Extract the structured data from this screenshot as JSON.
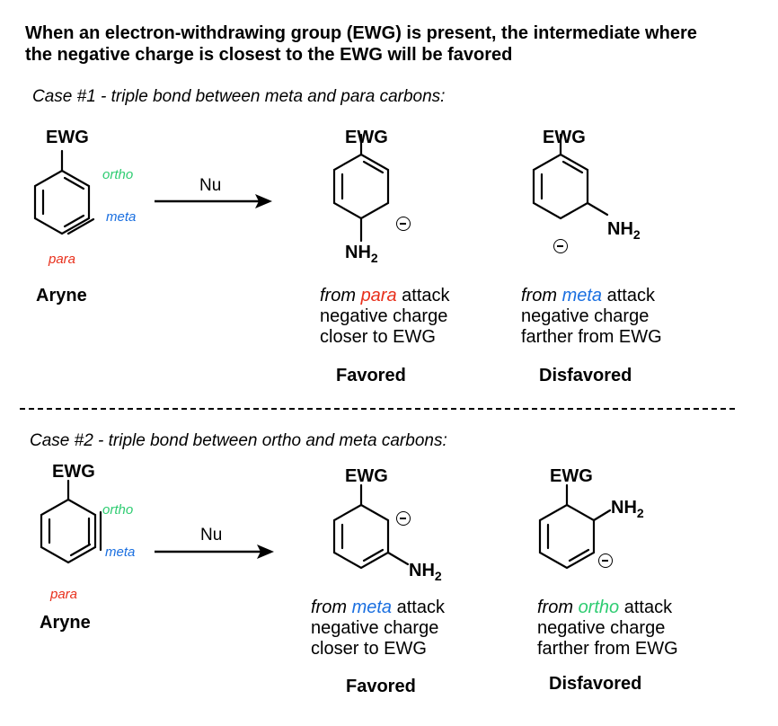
{
  "title": {
    "line1": "When an electron-withdrawing group (EWG) is present, the intermediate where",
    "line2": "the negative charge is closest to the EWG will be favored"
  },
  "case1": {
    "heading": "Case #1 - triple bond between meta and para carbons:",
    "aryne": {
      "ewg": "EWG",
      "ortho": "ortho",
      "meta": "meta",
      "para": "para",
      "name": "Aryne"
    },
    "reagent": "Nu",
    "product_a": {
      "ewg": "EWG",
      "nh2": "NH",
      "nh2_sub": "2",
      "desc_from": "from",
      "desc_site": "para",
      "desc_attack": "attack",
      "desc_line2": "negative charge",
      "desc_line3": "closer to EWG",
      "verdict": "Favored"
    },
    "product_b": {
      "ewg": "EWG",
      "nh2": "NH",
      "nh2_sub": "2",
      "desc_from": "from",
      "desc_site": "meta",
      "desc_attack": "attack",
      "desc_line2": "negative charge",
      "desc_line3": "farther from EWG",
      "verdict": "Disfavored"
    }
  },
  "case2": {
    "heading": "Case #2 - triple bond between ortho and meta carbons:",
    "aryne": {
      "ewg": "EWG",
      "ortho": "ortho",
      "meta": "meta",
      "para": "para",
      "name": "Aryne"
    },
    "reagent": "Nu",
    "product_a": {
      "ewg": "EWG",
      "nh2": "NH",
      "nh2_sub": "2",
      "desc_from": "from",
      "desc_site": "meta",
      "desc_attack": "attack",
      "desc_line2": "negative charge",
      "desc_line3": "closer to EWG",
      "verdict": "Favored"
    },
    "product_b": {
      "ewg": "EWG",
      "nh2": "NH",
      "nh2_sub": "2",
      "desc_from": "from",
      "desc_site": "ortho",
      "desc_attack": "attack",
      "desc_line2": "negative charge",
      "desc_line3": "farther from EWG",
      "verdict": "Disfavored"
    }
  },
  "colors": {
    "ortho": "#2ecc71",
    "meta": "#1a6fe0",
    "para": "#e8301c"
  },
  "icons": {
    "charge": "negative-charge-icon",
    "arrow": "reaction-arrow-icon"
  }
}
